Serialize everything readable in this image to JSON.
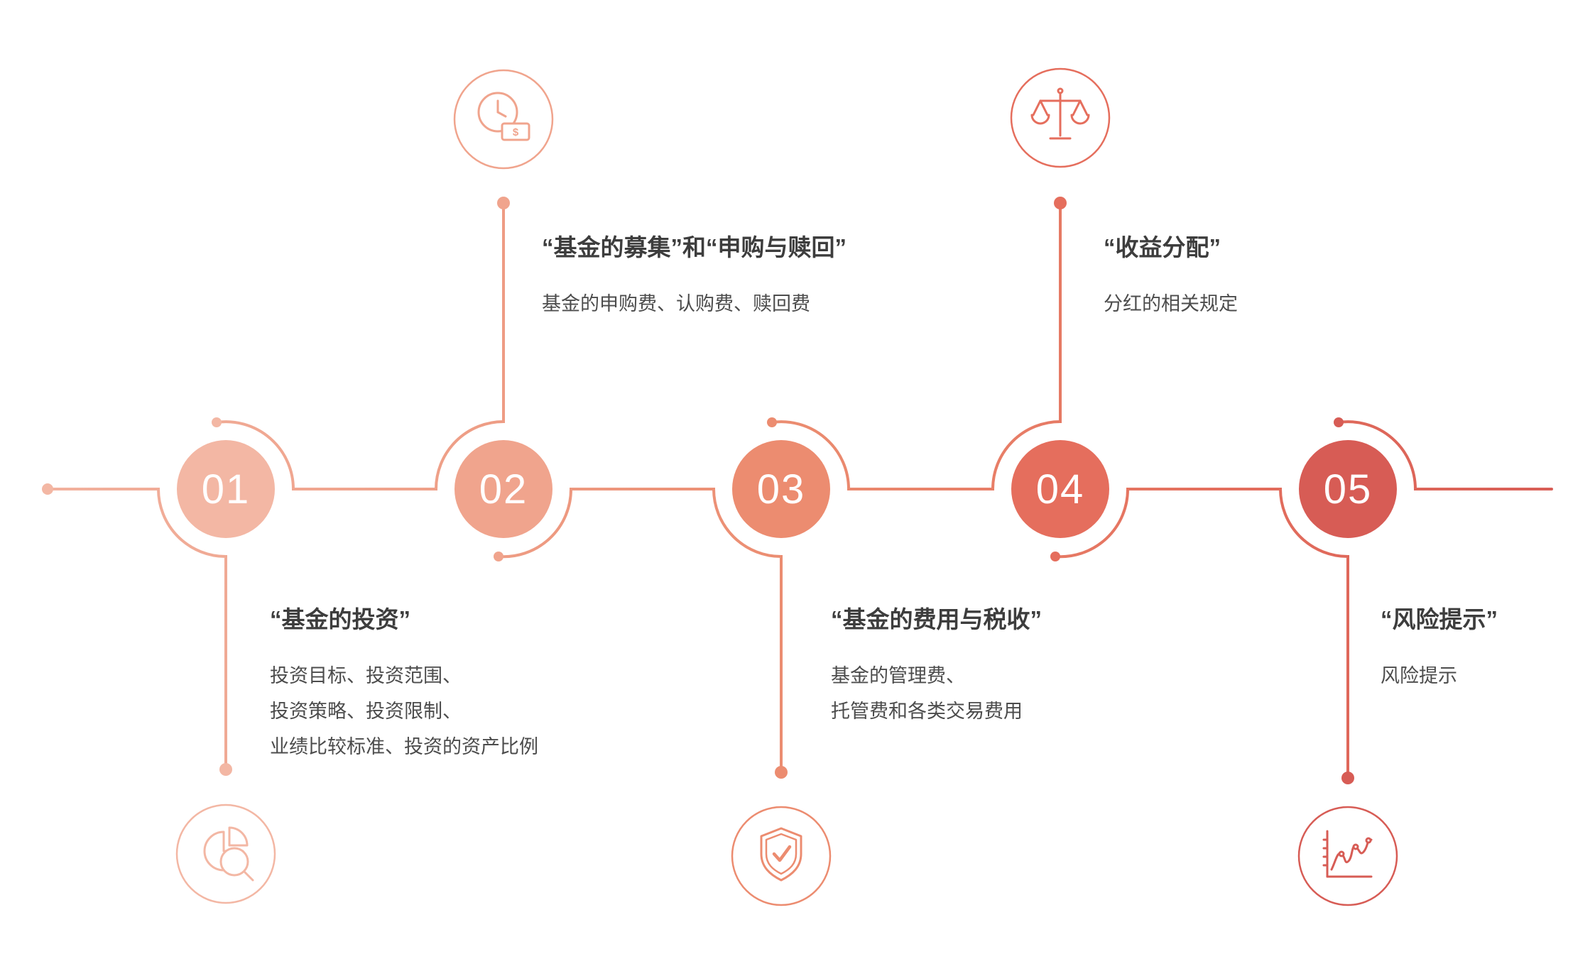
{
  "timeline": {
    "line_gradient": [
      "#F2B3A0",
      "#EFA28B",
      "#EB8C70",
      "#E4705E",
      "#D75C55"
    ]
  },
  "items": [
    {
      "number": "01",
      "title": "“基金的投资”",
      "desc_lines": [
        "投资目标、投资范围、",
        "投资策略、投资限制、",
        "业绩比较标准、投资的资产比例"
      ],
      "color": "#F3B7A4",
      "icon": "pie-chart-search"
    },
    {
      "number": "02",
      "title": "“基金的募集”和“申购与赎回”",
      "desc_lines": [
        "基金的申购费、认购费、赎回费"
      ],
      "color": "#F0A48D",
      "icon": "clock-money",
      "icon_label": "$"
    },
    {
      "number": "03",
      "title": "“基金的费用与税收”",
      "desc_lines": [
        "基金的管理费、",
        "托管费和各类交易费用"
      ],
      "color": "#EC8C70",
      "icon": "shield-check"
    },
    {
      "number": "04",
      "title": "“收益分配”",
      "desc_lines": [
        "分红的相关规定"
      ],
      "color": "#E56E5D",
      "icon": "balance-scale"
    },
    {
      "number": "05",
      "title": "“风险提示”",
      "desc_lines": [
        "风险提示"
      ],
      "color": "#D75C55",
      "icon": "stock-chart"
    }
  ]
}
